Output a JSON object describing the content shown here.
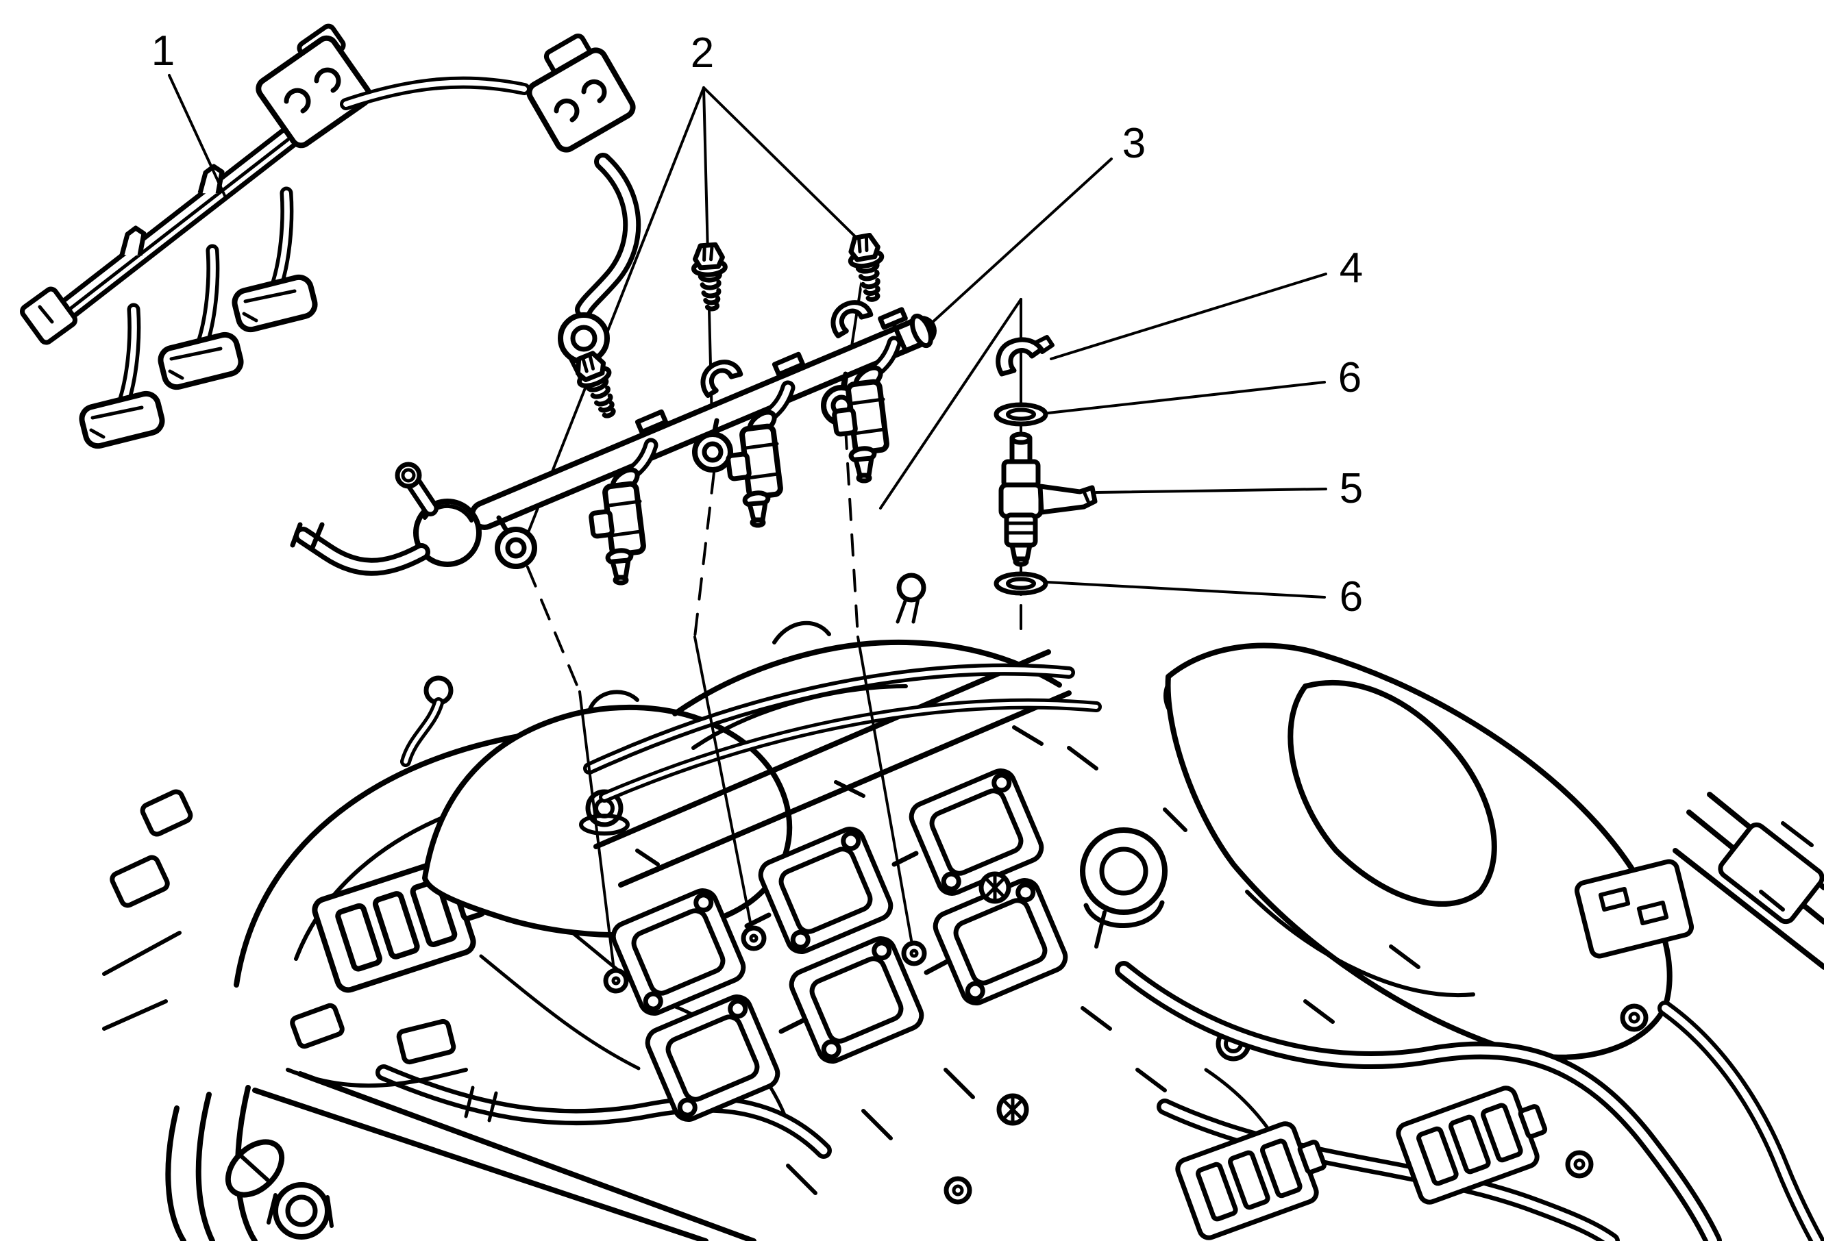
{
  "diagram": {
    "type": "exploded-parts-line-drawing",
    "background_color": "#ffffff",
    "line_color": "#000000",
    "callouts": [
      {
        "id": "callout-1",
        "label": "1"
      },
      {
        "id": "callout-2",
        "label": "2"
      },
      {
        "id": "callout-3",
        "label": "3"
      },
      {
        "id": "callout-4",
        "label": "4"
      },
      {
        "id": "callout-6-upper",
        "label": "6"
      },
      {
        "id": "callout-5",
        "label": "5"
      },
      {
        "id": "callout-6-lower",
        "label": "6"
      }
    ]
  }
}
